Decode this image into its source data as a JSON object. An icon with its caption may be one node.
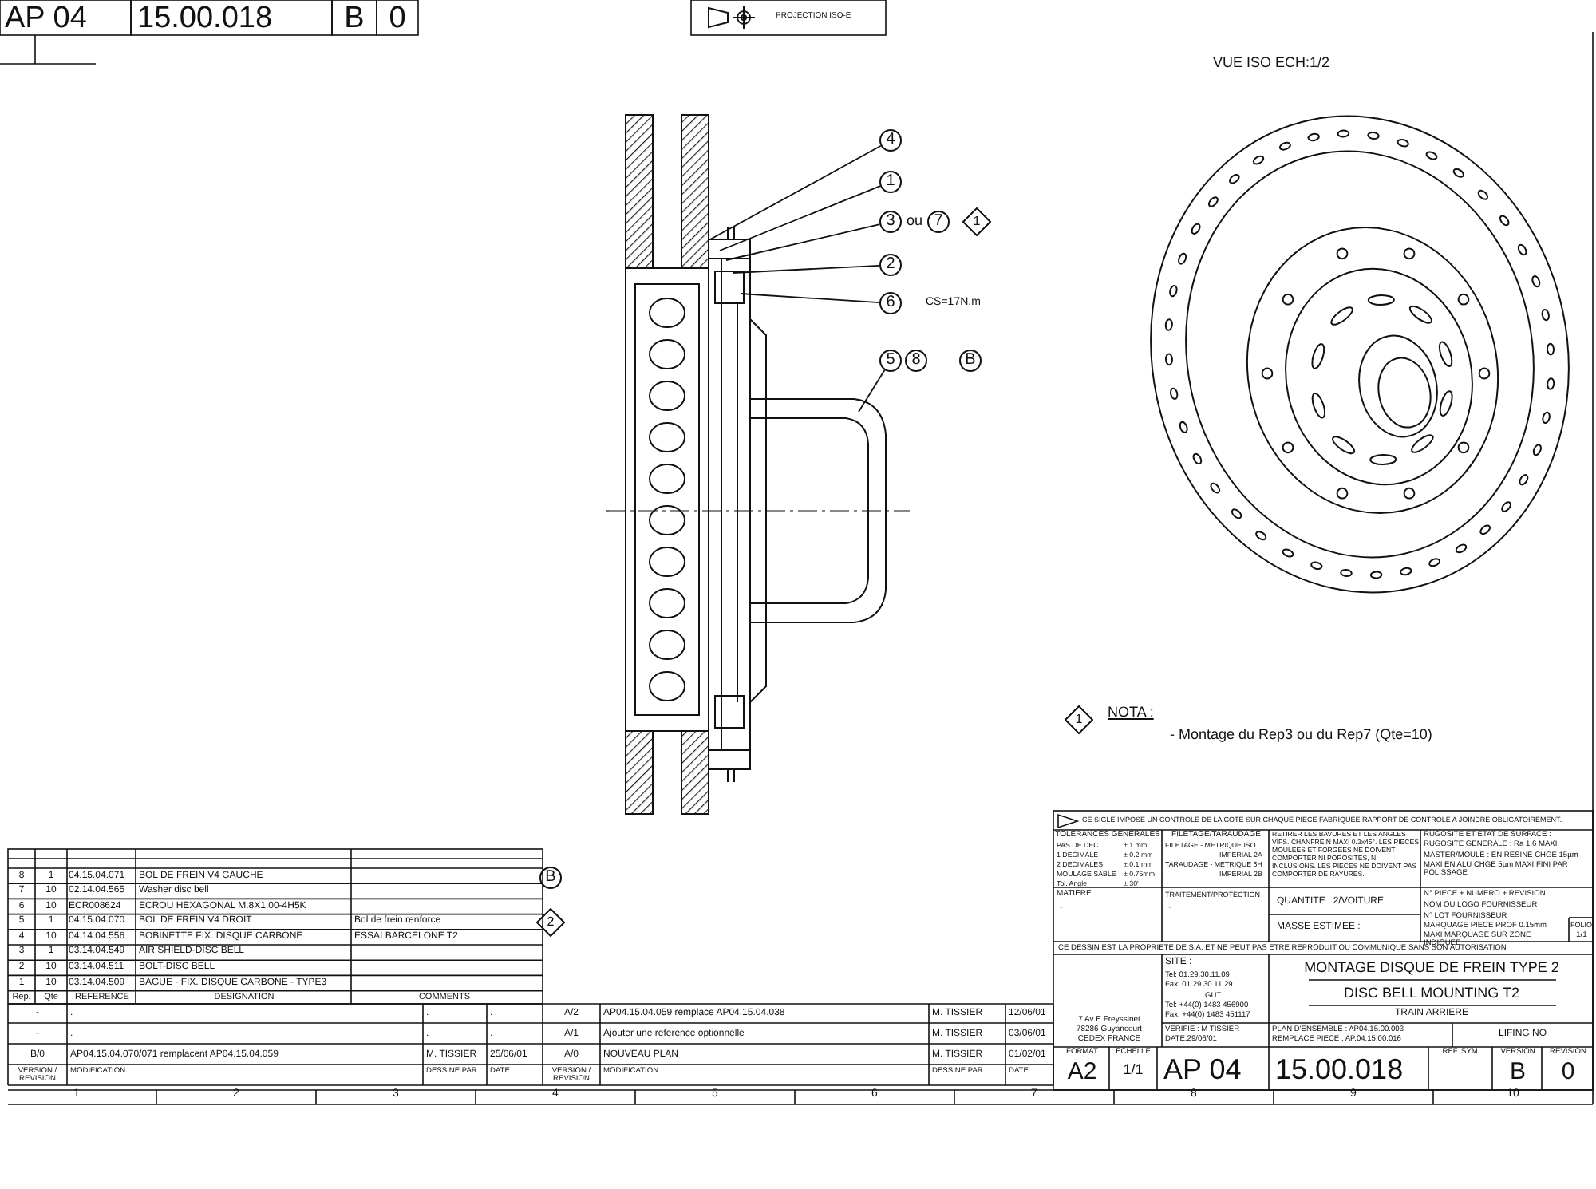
{
  "diagram": {
    "nodes": [
      {
        "text": [
          "4"
        ]
      },
      {
        "text": [
          "1"
        ]
      },
      {
        "text": [
          "3"
        ]
      },
      {
        "text": [
          "7"
        ]
      },
      {
        "text": [
          "1"
        ]
      },
      {
        "text": [
          "2"
        ]
      },
      {
        "text": [
          "6"
        ],
        "beside": [
          "CS=17N.m"
        ]
      },
      {
        "text": [
          "5"
        ]
      },
      {
        "text": [
          "8"
        ]
      },
      {
        "text": [
          "B"
        ]
      },
      {
        "text": [
          "B"
        ]
      },
      {
        "text": [
          "2"
        ]
      },
      {
        "text": [
          "1"
        ]
      }
    ],
    "edges": [
      {
        "from": 0,
        "to": null,
        "arrow": "none"
      },
      {
        "from": 1,
        "to": null,
        "arrow": "none"
      },
      {
        "from": 2,
        "to": null,
        "arrow": "none"
      },
      {
        "from": 5,
        "to": null,
        "arrow": "none"
      },
      {
        "from": 6,
        "to": null,
        "arrow": "none"
      },
      {
        "from": 7,
        "to": null,
        "arrow": "none"
      }
    ],
    "labels": [
      "AP 04",
      "15.00.018",
      "B",
      "0",
      "PROJECTION ISO-E",
      "VUE ISO ECH:1/2",
      "ou",
      "NOTA :",
      "- Montage du Rep3 ou du Rep7 (Qte=10)",
      "8",
      "1",
      "04.15.04.071",
      "BOL DE FREIN V4 GAUCHE",
      "7",
      "10",
      "02.14.04.565",
      "Washer disc bell",
      "6",
      "10",
      "ECR008624",
      "ECROU HEXAGONAL M.8X1.00-4H5K",
      "5",
      "1",
      "04.15.04.070",
      "BOL DE FREIN V4 DROIT",
      "Bol de frein renforce",
      "4",
      "10",
      "04.14.04.556",
      "BOBINETTE FIX. DISQUE CARBONE",
      "ESSAI BARCELONE T2",
      "3",
      "1",
      "03.14.04.549",
      "AIR SHIELD-DISC BELL",
      "2",
      "10",
      "03.14.04.511",
      "BOLT-DISC BELL",
      "1",
      "10",
      "03.14.04.509",
      "BAGUE - FIX. DISQUE CARBONE - TYPE3",
      "Rep.",
      "Qte",
      "REFERENCE",
      "DESIGNATION",
      "COMMENTS",
      "-",
      ".",
      ".",
      ".",
      "A/2",
      "AP04.15.04.059 remplace AP04.15.04.038",
      "M. TISSIER",
      "12/06/01",
      "-",
      ".",
      ".",
      ".",
      "A/1",
      "Ajouter une reference optionnelle",
      "M. TISSIER",
      "03/06/01",
      "B/0",
      "AP04.15.04.070/071 remplacent AP04.15.04.059",
      "M. TISSIER",
      "25/06/01",
      "A/0",
      "NOUVEAU PLAN",
      "M. TISSIER",
      "01/02/01",
      "VERSION / REVISION",
      "MODIFICATION",
      "DESSINE PAR",
      "DATE",
      "VERSION / REVISION",
      "MODIFICATION",
      "DESSINE PAR",
      "DATE",
      "1",
      "2",
      "3",
      "4",
      "5",
      "6",
      "7",
      "8",
      "9",
      "10",
      "CE SIGLE IMPOSE UN CONTROLE DE LA COTE SUR CHAQUE PIECE FABRIQUEE RAPPORT DE CONTROLE A JOINDRE OBLIGATOIREMENT.",
      "TOLERANCES GENERALES",
      "PAS DE DEC.",
      "± 1 mm",
      "1 DECIMALE",
      "± 0.2 mm",
      "2 DECIMALES",
      "± 0.1 mm",
      "MOULAGE SABLE",
      "± 0.75mm",
      "Tol. Angle",
      "± 30'",
      "FILETAGE/TARAUDAGE",
      "FILETAGE - METRIQUE ISO",
      "IMPERIAL 2A",
      "TARAUDAGE - METRIQUE 6H",
      "IMPERIAL 2B",
      "RETIRER LES BAVURES ET LES ANGLES VIFS. CHANFREIN MAXI 0.3x45°. LES PIECES MOULEES ET FORGEES NE DOIVENT COMPORTER NI POROSITES, NI INCLUSIONS. LES PIECES NE DOIVENT PAS COMPORTER DE RAYURES.",
      "RUGOSITE ET ETAT DE SURFACE :",
      "RUGOSITE GENERALE : Ra 1.6 MAXI",
      "MASTER/MOULE : EN RESINE CHGE 15µm MAXI EN ALU CHGE 5µm MAXI FINI PAR POLISSAGE",
      "MATIERE",
      "-",
      "TRAITEMENT/PROTECTION",
      "-",
      "QUANTITE : 2/VOITURE",
      "MASSE ESTIMEE :",
      "N° PIECE + NUMERO + REVISION",
      "NOM OU LOGO FOURNISSEUR",
      "N° LOT FOURNISSEUR",
      "MARQUAGE PIECE PROF 0.15mm MAXI MARQUAGE SUR ZONE INDIQUEE",
      "FOLIO",
      "1/1",
      "CE DESSIN EST LA PROPRIETE DE S.A. ET NE PEUT PAS ETRE REPRODUIT OU COMMUNIQUE SANS SON AUTORISATION",
      "SITE :",
      "Tel: 01.29.30.11.09",
      "Fax: 01.29.30.11.29",
      "GUT",
      "Tel: +44(0) 1483 456900",
      "Fax: +44(0) 1483 451117",
      "7 Av E Freyssinet",
      "78286 Guyancourt",
      "CEDEX FRANCE",
      "MONTAGE DISQUE DE FREIN TYPE 2",
      "DISC BELL MOUNTING T2",
      "TRAIN ARRIERE",
      "VERIFIE : M TISSIER",
      "DATE:29/06/01",
      "PLAN D'ENSEMBLE : AP04.15.00.003",
      "REMPLACE PIECE : AP.04.15.00.016",
      "LIFING NO",
      "FORMAT",
      "A2",
      "ECHELLE",
      "1/1",
      "AP 04",
      "15.00.018",
      "REF. SYM.",
      "VERSION",
      "B",
      "REVISION",
      "0"
    ]
  }
}
